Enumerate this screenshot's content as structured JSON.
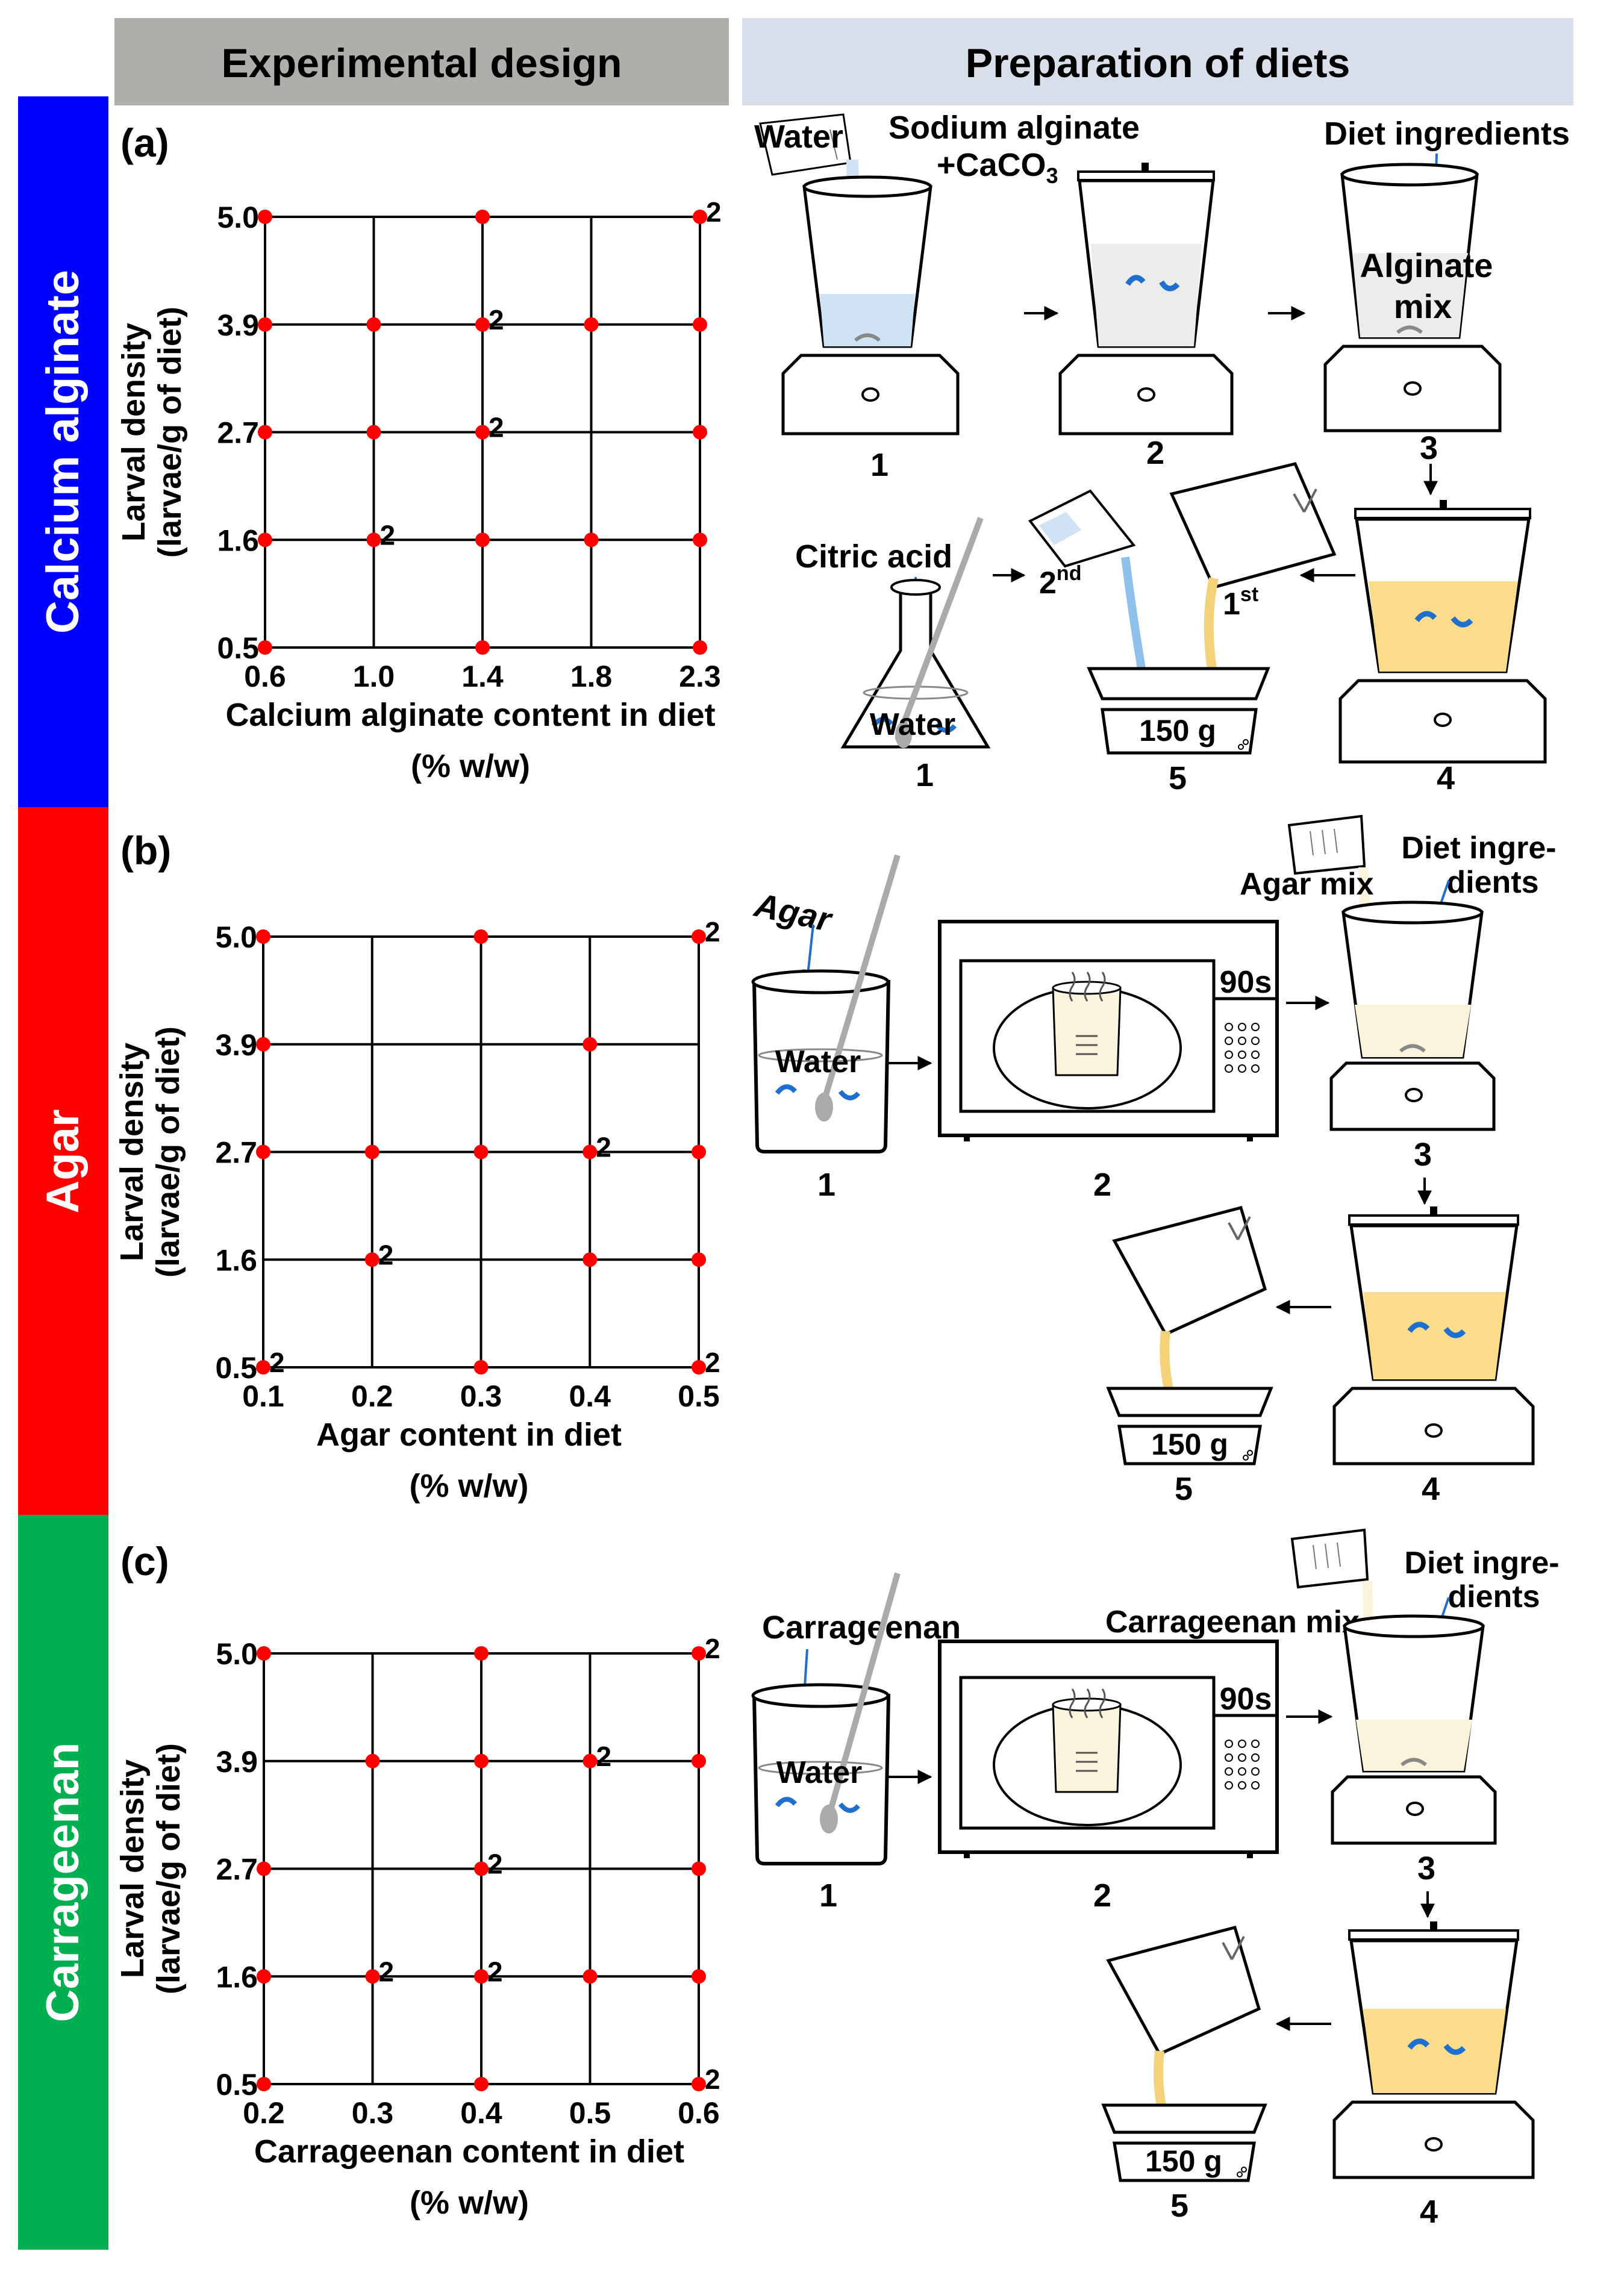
{
  "headers": {
    "left": "Experimental design",
    "right": "Preparation of diets"
  },
  "colors": {
    "header_bg": "#b0aeaa",
    "header_right_bg": "#d8dfeb",
    "calcium_alginate_band": "#0000ff",
    "agar_band": "#ff0000",
    "carrageenan_band": "#00b050",
    "dot": "#ff0000",
    "water": "#cfe3f5",
    "diet_mix": "#fbdc8a",
    "light_mix": "#fbf3dc",
    "arrow_blue": "#1f6fd0"
  },
  "panels": [
    {
      "id": "a",
      "band_label": "Calcium alginate",
      "panel_label": "(a)",
      "chart_data": {
        "type": "scatter",
        "x_ticks": [
          "0.6",
          "1.0",
          "1.4",
          "1.8",
          "2.3"
        ],
        "y_ticks": [
          "0.5",
          "1.6",
          "2.7",
          "3.9",
          "5.0"
        ],
        "xlabel": "Calcium alginate content in diet",
        "xunit": "(% w/w)",
        "ylabel": "Larval density",
        "yunit": "(larvae/g of diet)",
        "points": [
          {
            "x": 0.6,
            "y": 5.0
          },
          {
            "x": 1.4,
            "y": 5.0
          },
          {
            "x": 2.3,
            "y": 5.0,
            "label": "2"
          },
          {
            "x": 0.6,
            "y": 3.9
          },
          {
            "x": 1.0,
            "y": 3.9
          },
          {
            "x": 1.4,
            "y": 3.9,
            "label": "2"
          },
          {
            "x": 1.8,
            "y": 3.9
          },
          {
            "x": 2.3,
            "y": 3.9
          },
          {
            "x": 0.6,
            "y": 2.7
          },
          {
            "x": 1.0,
            "y": 2.7
          },
          {
            "x": 1.4,
            "y": 2.7,
            "label": "2"
          },
          {
            "x": 2.3,
            "y": 2.7
          },
          {
            "x": 0.6,
            "y": 1.6
          },
          {
            "x": 1.0,
            "y": 1.6,
            "label": "2"
          },
          {
            "x": 1.4,
            "y": 1.6
          },
          {
            "x": 1.8,
            "y": 1.6
          },
          {
            "x": 2.3,
            "y": 1.6
          },
          {
            "x": 0.6,
            "y": 0.5
          },
          {
            "x": 1.4,
            "y": 0.5
          },
          {
            "x": 2.3,
            "y": 0.5
          }
        ]
      },
      "prep": {
        "water_label": "Water",
        "sodium_alginate_label": "Sodium alginate",
        "caco3_label": "+CaCO",
        "caco3_subscript": "3",
        "diet_ingredients_label": "Diet ingredients",
        "alginate_label": "Alginate",
        "mix_label": "mix",
        "citric_acid_label": "Citric acid",
        "flask_water_label": "Water",
        "first_label": "1",
        "first_sup": "st",
        "second_label": "2",
        "second_sup": "nd",
        "scale_label": "150 g",
        "steps": [
          "1",
          "2",
          "3",
          "1",
          "5",
          "4"
        ]
      }
    },
    {
      "id": "b",
      "band_label": "Agar",
      "panel_label": "(b)",
      "chart_data": {
        "type": "scatter",
        "x_ticks": [
          "0.1",
          "0.2",
          "0.3",
          "0.4",
          "0.5"
        ],
        "y_ticks": [
          "0.5",
          "1.6",
          "2.7",
          "3.9",
          "5.0"
        ],
        "xlabel": "Agar content in diet",
        "xunit": "(% w/w)",
        "ylabel": "Larval density",
        "yunit": "(larvae/g of diet)",
        "points": [
          {
            "x": 0.1,
            "y": 5.0
          },
          {
            "x": 0.3,
            "y": 5.0
          },
          {
            "x": 0.5,
            "y": 5.0,
            "label": "2"
          },
          {
            "x": 0.1,
            "y": 3.9
          },
          {
            "x": 0.4,
            "y": 3.9
          },
          {
            "x": 0.1,
            "y": 2.7
          },
          {
            "x": 0.2,
            "y": 2.7
          },
          {
            "x": 0.3,
            "y": 2.7
          },
          {
            "x": 0.4,
            "y": 2.7,
            "label": "2"
          },
          {
            "x": 0.5,
            "y": 2.7
          },
          {
            "x": 0.2,
            "y": 1.6,
            "label": "2"
          },
          {
            "x": 0.4,
            "y": 1.6
          },
          {
            "x": 0.5,
            "y": 1.6
          },
          {
            "x": 0.1,
            "y": 0.5,
            "label": "2"
          },
          {
            "x": 0.3,
            "y": 0.5
          },
          {
            "x": 0.5,
            "y": 0.5,
            "label": "2"
          }
        ]
      },
      "prep": {
        "agar_label": "Agar",
        "water_label": "Water",
        "timer_label": "90s",
        "agar_mix_label": "Agar mix",
        "diet_line1": "Diet ingre-",
        "diet_line2": "dients",
        "scale_label": "150 g",
        "steps": [
          "1",
          "2",
          "3",
          "5",
          "4"
        ]
      }
    },
    {
      "id": "c",
      "band_label": "Carrageenan",
      "panel_label": "(c)",
      "chart_data": {
        "type": "scatter",
        "x_ticks": [
          "0.2",
          "0.3",
          "0.4",
          "0.5",
          "0.6"
        ],
        "y_ticks": [
          "0.5",
          "1.6",
          "2.7",
          "3.9",
          "5.0"
        ],
        "xlabel": "Carrageenan content in diet",
        "xunit": "(% w/w)",
        "ylabel": "Larval density",
        "yunit": "(larvae/g of diet)",
        "points": [
          {
            "x": 0.2,
            "y": 5.0
          },
          {
            "x": 0.4,
            "y": 5.0
          },
          {
            "x": 0.6,
            "y": 5.0,
            "label": "2"
          },
          {
            "x": 0.3,
            "y": 3.9
          },
          {
            "x": 0.4,
            "y": 3.9
          },
          {
            "x": 0.5,
            "y": 3.9,
            "label": "2"
          },
          {
            "x": 0.6,
            "y": 3.9
          },
          {
            "x": 0.2,
            "y": 2.7
          },
          {
            "x": 0.4,
            "y": 2.7,
            "label": "2"
          },
          {
            "x": 0.6,
            "y": 2.7
          },
          {
            "x": 0.2,
            "y": 1.6
          },
          {
            "x": 0.3,
            "y": 1.6,
            "label": "2"
          },
          {
            "x": 0.4,
            "y": 1.6,
            "label": "2"
          },
          {
            "x": 0.5,
            "y": 1.6
          },
          {
            "x": 0.6,
            "y": 1.6
          },
          {
            "x": 0.2,
            "y": 0.5
          },
          {
            "x": 0.4,
            "y": 0.5
          },
          {
            "x": 0.6,
            "y": 0.5,
            "label": "2"
          }
        ]
      },
      "prep": {
        "carrageenan_label": "Carrageenan",
        "water_label": "Water",
        "timer_label": "90s",
        "mix_label": "Carrageenan mix",
        "diet_line1": "Diet ingre-",
        "diet_line2": "dients",
        "scale_label": "150 g",
        "steps": [
          "1",
          "2",
          "3",
          "5",
          "4"
        ]
      }
    }
  ]
}
